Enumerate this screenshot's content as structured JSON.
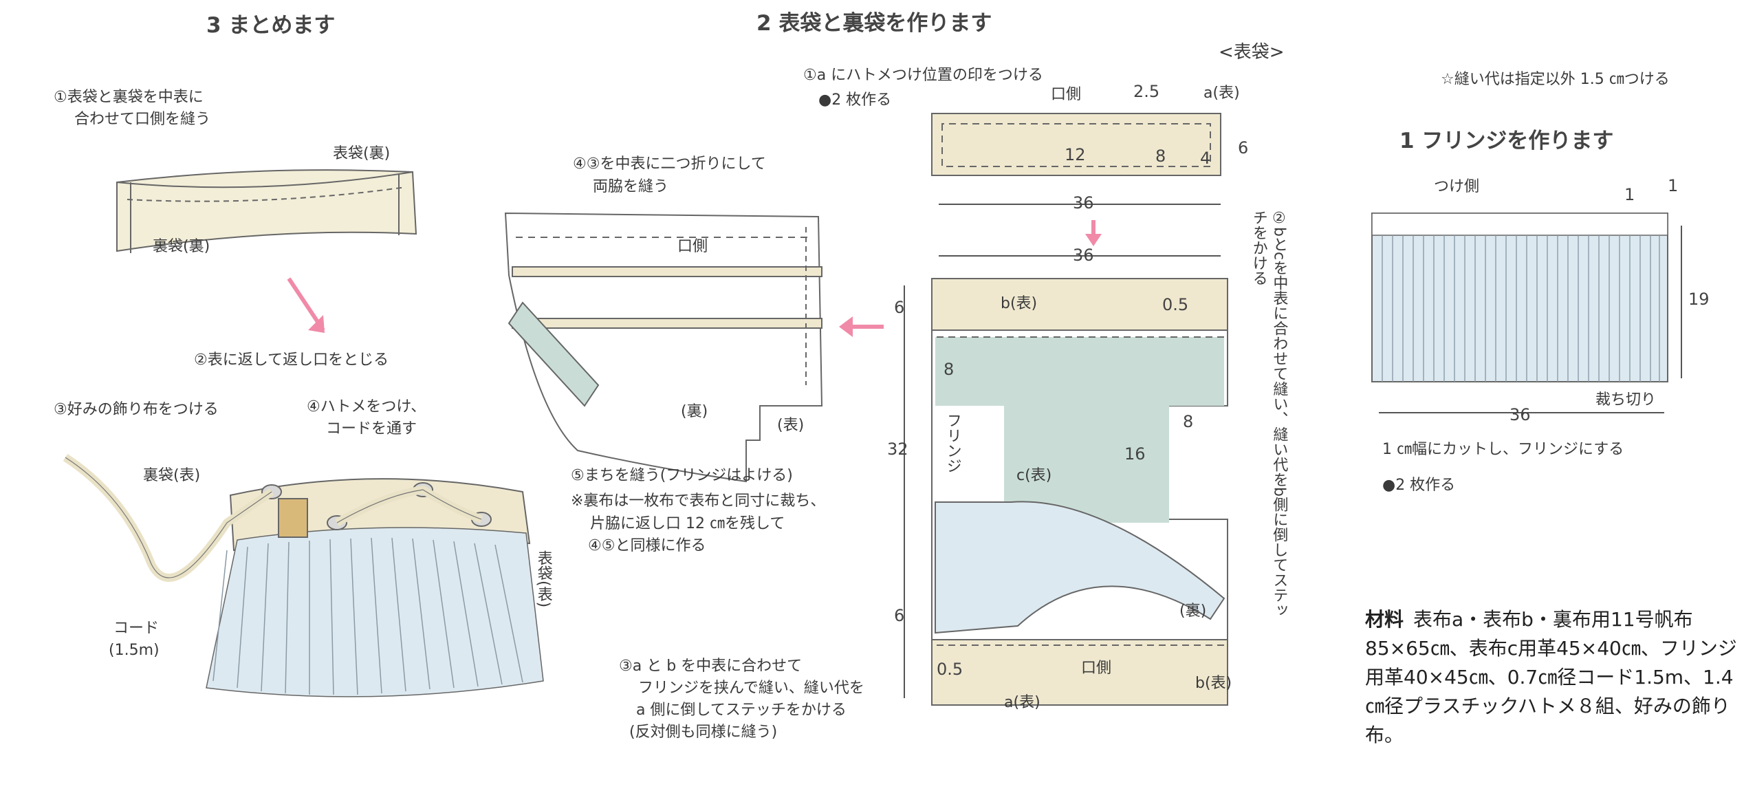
{
  "colors": {
    "line": "#555555",
    "fabric_a": "#efe8cf",
    "leather_c": "#c9ddd6",
    "fringe": "#dde9f0",
    "cord": "#e9e2c6",
    "arrow": "#f08aa8",
    "hardware": "#d8d8d8"
  },
  "step3": {
    "title": "3 まとめます",
    "s1_line1": "①表袋と裏袋を中表に",
    "s1_line2": "合わせて口側を縫う",
    "outer_back": "表袋(裏)",
    "lining_back": "裏袋(裏)",
    "s2": "②表に返して返し口をとじる",
    "s3": "③好みの飾り布をつける",
    "s4_line1": "④ハトメをつけ、",
    "s4_line2": "コードを通す",
    "lining_front": "裏袋(表)",
    "outer_front": "表袋(表)",
    "cord_label": "コード",
    "cord_len": "(1.5m)"
  },
  "step2": {
    "title": "2 表袋と裏袋を作ります",
    "section": "<表袋>",
    "s1": "①a にハトメつけ位置の印をつける",
    "make2": "●2 枚作る",
    "mouth": "口側",
    "a_front": "a(表)",
    "d_2_5": "2.5",
    "d_12": "12",
    "d_8": "8",
    "d_4": "4",
    "d_6": "6",
    "d_36": "36",
    "d_36b": "36",
    "s2": "②bとcを中表に合わせて縫い、縫い代をb側に倒してステッチをかける",
    "b_front": "b(表)",
    "d_0_5": "0.5",
    "d_6b": "6",
    "d_8b": "8",
    "d_8c": "8",
    "d_16": "16",
    "d_32": "32",
    "d_6c": "6",
    "fringe": "フリンジ",
    "c_front": "c(表)",
    "back": "(裏)",
    "d_0_5b": "0.5",
    "mouth2": "口側",
    "a_front2": "a(表)",
    "b_front2": "b(表)",
    "s3_line1": "③a と b を中表に合わせて",
    "s3_line2": "フリンジを挟んで縫い、縫い代を",
    "s3_line3": "a 側に倒してステッチをかける",
    "s3_line4": "(反対側も同様に縫う)",
    "s4_line1": "④③を中表に二つ折りにして",
    "s4_line2": "両脇を縫う",
    "mouth3": "口側",
    "back2": "(裏)",
    "front2": "(表)",
    "s5": "⑤まちを縫う(フリンジはよける)",
    "note_line1": "※裏布は一枚布で表布と同寸に裁ち、",
    "note_line2": "片脇に返し口 12 ㎝を残して",
    "note_line3": "④⑤と同様に作る"
  },
  "step1": {
    "title": "1 フリンジを作ります",
    "seam_note": "☆縫い代は指定以外 1.5 ㎝つける",
    "attach_side": "つけ側",
    "d_1": "1",
    "d_1b": "1",
    "d_19": "19",
    "d_36": "36",
    "cut": "裁ち切り",
    "cut_note": "1 ㎝幅にカットし、フリンジにする",
    "make2": "●2 枚作る"
  },
  "materials": {
    "label": "材料",
    "text": "表布a・表布b・裏布用11号帆布85×65㎝、表布c用革45×40㎝、フリンジ用革40×45㎝、0.7㎝径コード1.5m、1.4㎝径プラスチックハトメ８組、好みの飾り布。"
  }
}
